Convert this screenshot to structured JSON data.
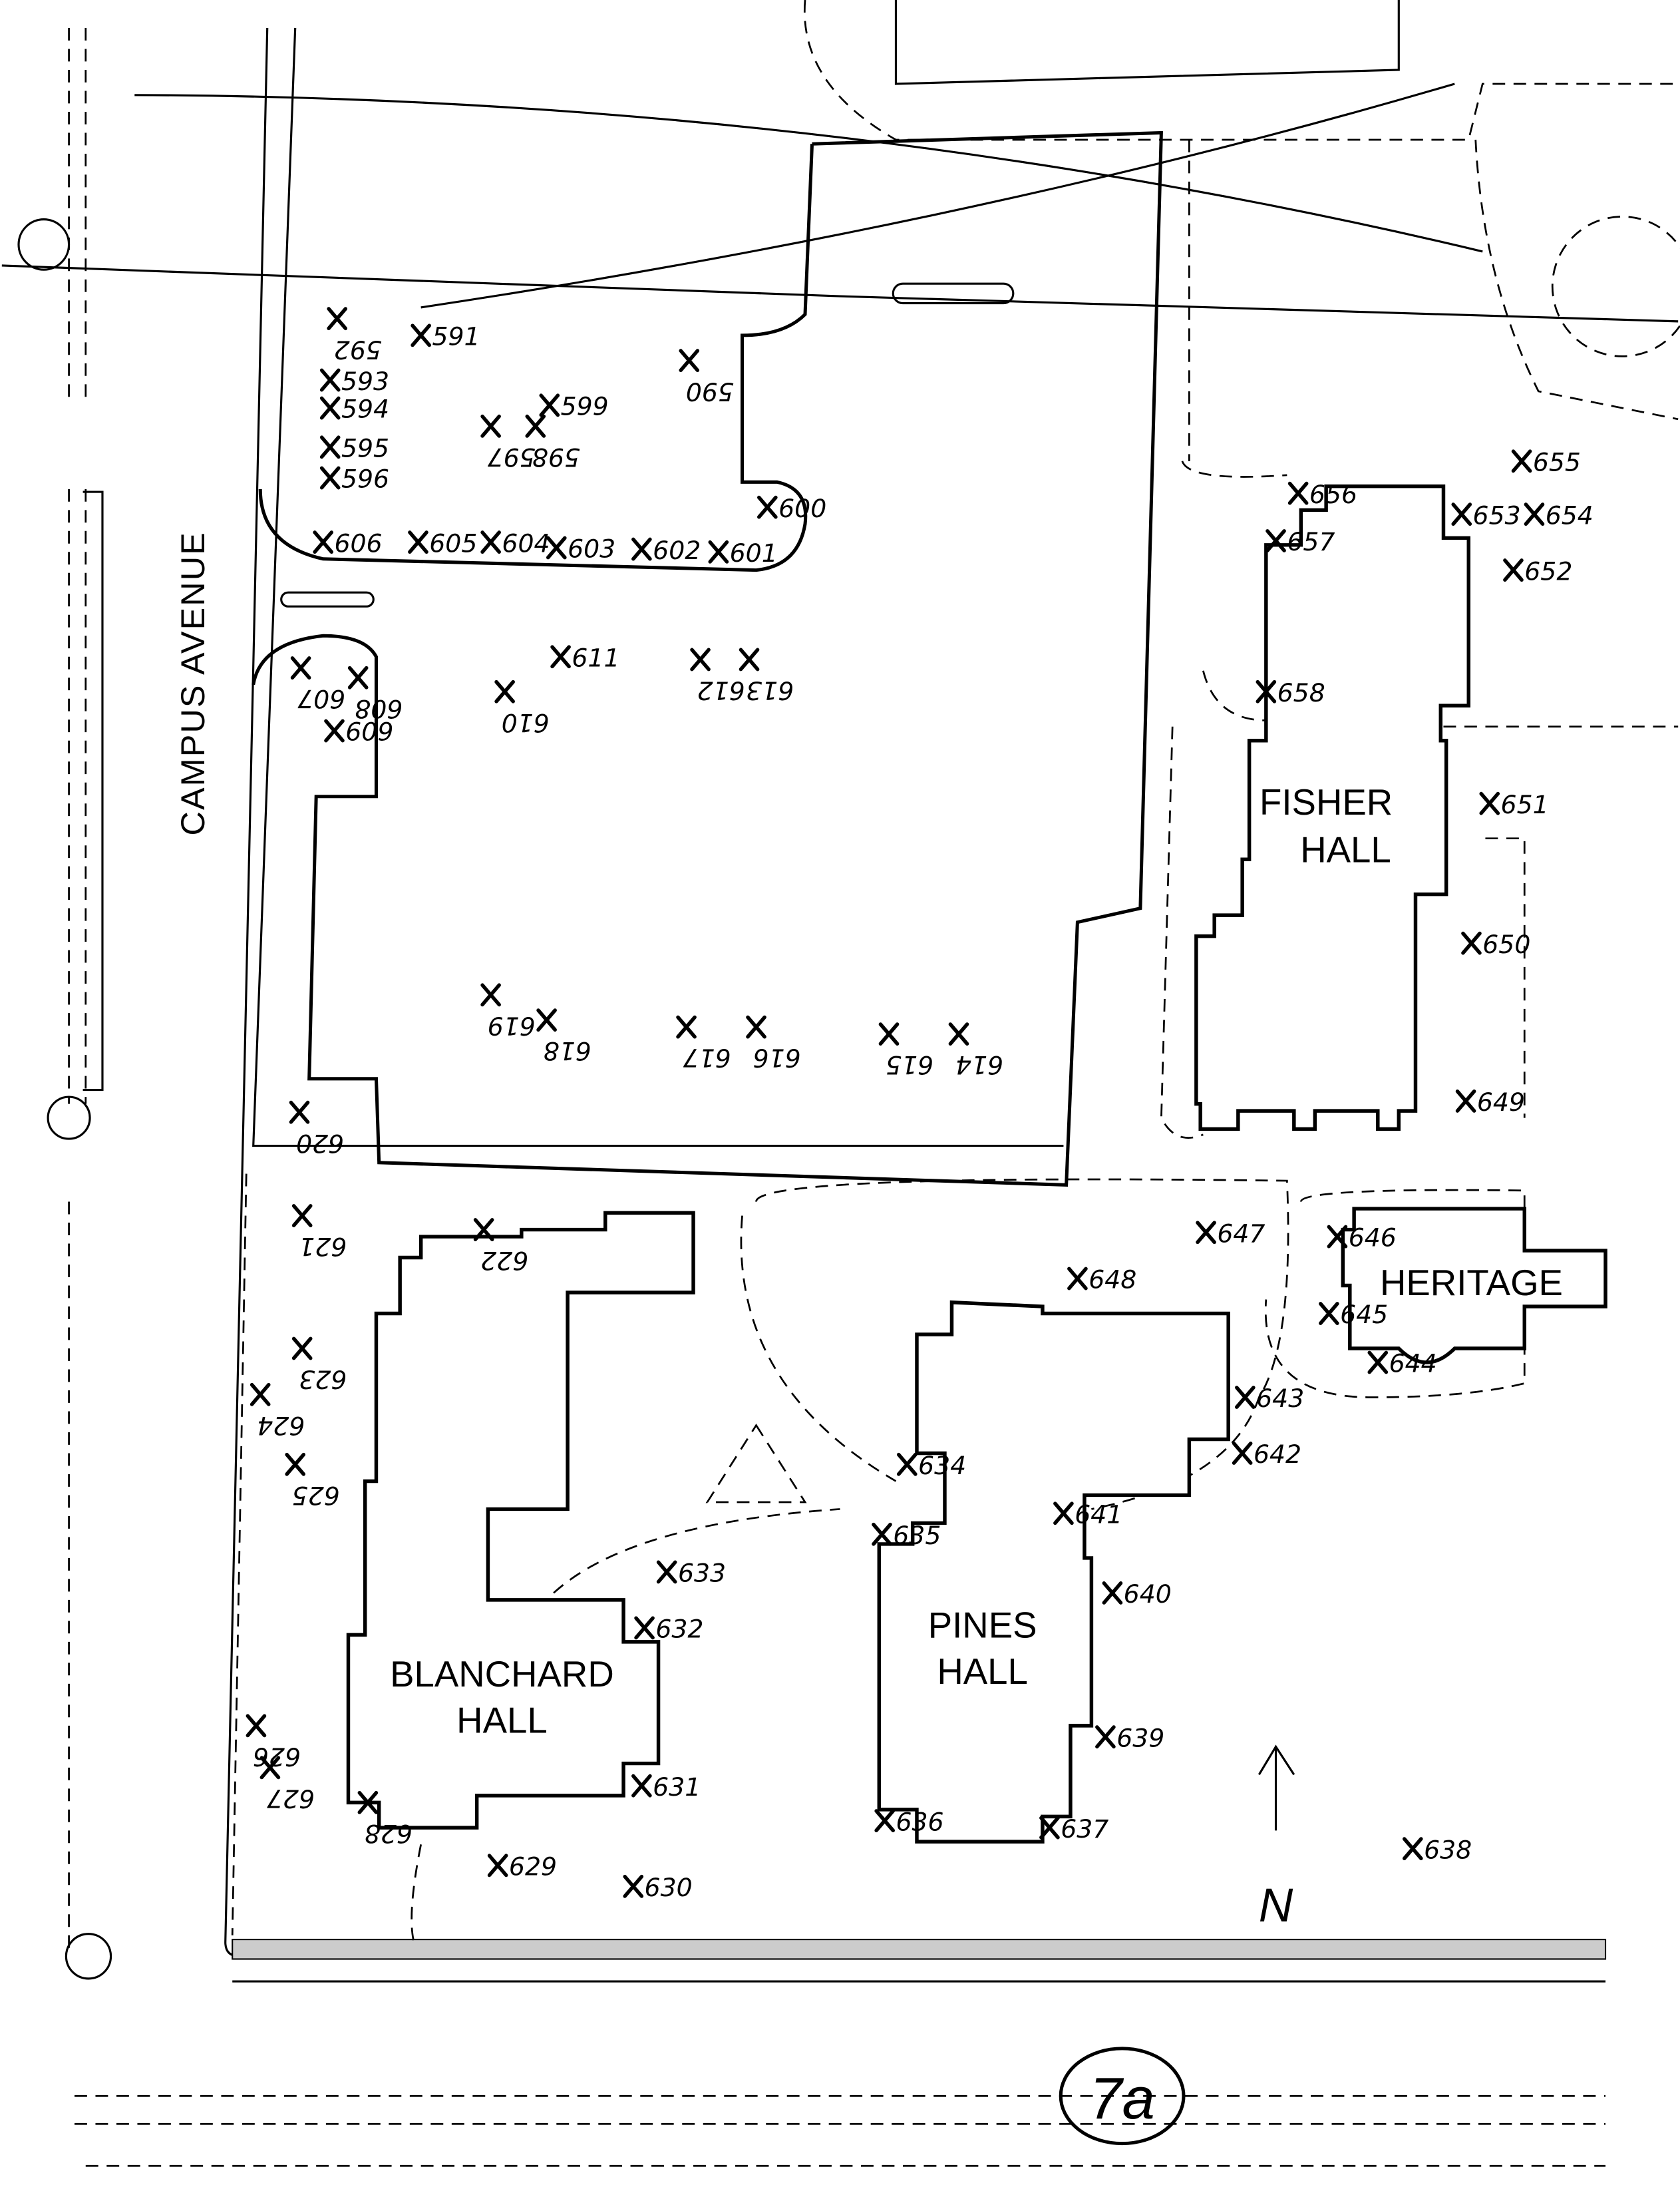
{
  "street_label": "CAMPUS AVENUE",
  "sheet_label": "7a",
  "north_label": "N",
  "buildings": [
    {
      "name": "fisher-hall",
      "lines": [
        "FISHER",
        "HALL"
      ]
    },
    {
      "name": "heritage",
      "lines": [
        "HERITAGE"
      ]
    },
    {
      "name": "pines-hall",
      "lines": [
        "PINES",
        "HALL"
      ]
    },
    {
      "name": "blanchard-hall",
      "lines": [
        "BLANCHARD",
        "HALL"
      ]
    }
  ],
  "trees": [
    "592",
    "591",
    "593",
    "594",
    "595",
    "596",
    "597",
    "598",
    "599",
    "590",
    "600",
    "601",
    "602",
    "603",
    "604",
    "605",
    "606",
    "607",
    "608",
    "609",
    "610",
    "611",
    "612",
    "613",
    "618",
    "619",
    "617",
    "616",
    "615",
    "614",
    "620",
    "621",
    "622",
    "623",
    "624",
    "625",
    "626",
    "627",
    "628",
    "629",
    "630",
    "631",
    "632",
    "633",
    "634",
    "635",
    "636",
    "637",
    "638",
    "639",
    "640",
    "641",
    "642",
    "643",
    "644",
    "645",
    "646",
    "647",
    "648",
    "649",
    "650",
    "651",
    "652",
    "653",
    "654",
    "655",
    "656",
    "657",
    "658"
  ]
}
